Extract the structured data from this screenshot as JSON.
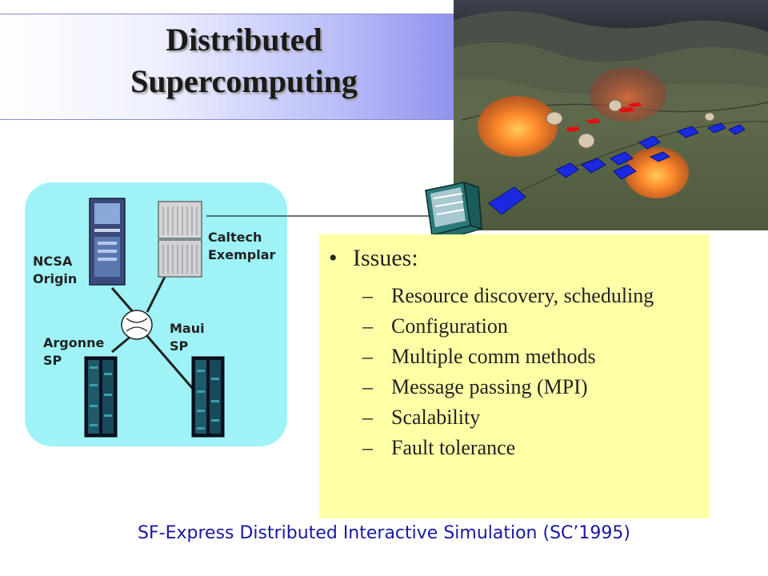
{
  "slide": {
    "title_line1": "Distributed",
    "title_line2": "Supercomputing",
    "footer": "SF-Express Distributed Interactive Simulation (SC’1995)"
  },
  "network": {
    "labels": {
      "ncsa_line1": "NCSA",
      "ncsa_line2": "Origin",
      "caltech_line1": "Caltech",
      "caltech_line2": "Exemplar",
      "argonne_line1": "Argonne",
      "argonne_line2": "SP",
      "maui_line1": "Maui",
      "maui_line2": "SP"
    }
  },
  "issues": {
    "bullet": "•",
    "heading": "Issues:",
    "dash": "–",
    "items": [
      "Resource discovery, scheduling",
      "Configuration",
      "Multiple comm methods",
      "Message passing (MPI)",
      "Scalability",
      "Fault tolerance"
    ]
  },
  "colors": {
    "panel": "#9ff3f7",
    "issues_box": "#ffffa6",
    "footer_text": "#1818a0"
  }
}
